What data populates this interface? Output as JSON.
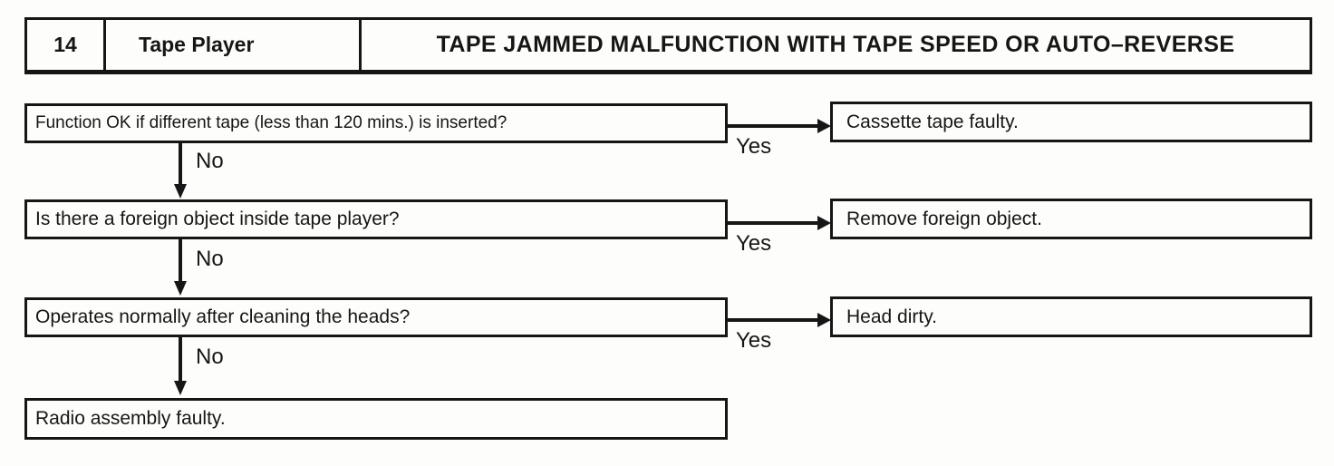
{
  "header": {
    "number": "14",
    "component": "Tape Player",
    "title": "TAPE JAMMED MALFUNCTION WITH TAPE SPEED OR AUTO–REVERSE"
  },
  "flowchart": {
    "rows": [
      {
        "question": "Function OK if different tape (less than 120 mins.) is inserted?",
        "yes_label": "Yes",
        "result": "Cassette tape faulty.",
        "no_label": "No"
      },
      {
        "question": "Is there a foreign object inside tape player?",
        "yes_label": "Yes",
        "result": "Remove foreign object.",
        "no_label": "No"
      },
      {
        "question": "Operates normally after cleaning the heads?",
        "yes_label": "Yes",
        "result": "Head dirty.",
        "no_label": "No"
      }
    ],
    "final_result": "Radio assembly faulty."
  },
  "colors": {
    "ink": "#161616",
    "paper": "#fdfdfb"
  }
}
